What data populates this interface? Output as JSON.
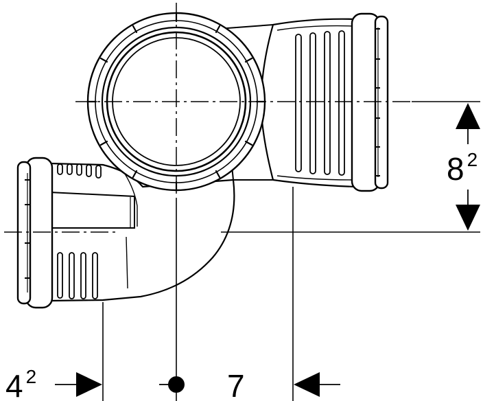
{
  "dimensions": {
    "height_offset": {
      "main": "8",
      "sup": "2"
    },
    "left_offset": {
      "main": "4",
      "sup": "2"
    },
    "right_offset": {
      "main": "7"
    }
  },
  "colors": {
    "line": "#000000",
    "fill": "#ffffff"
  }
}
